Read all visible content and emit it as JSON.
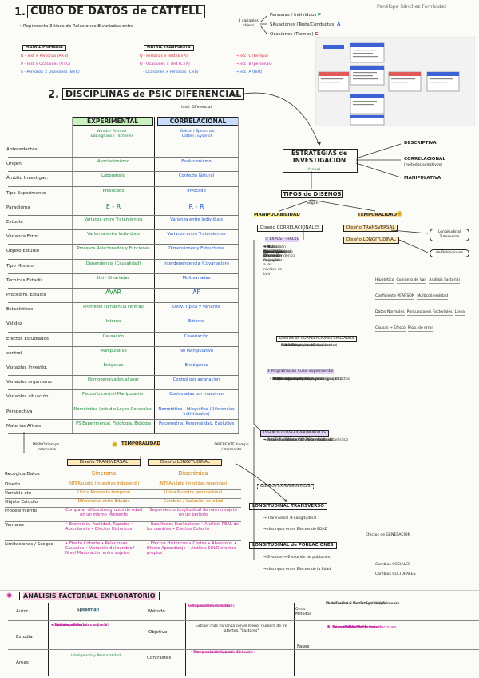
{
  "author": "Penélope Sánchez Fernández",
  "cattell": {
    "num": "1.",
    "title": "CUBO DE DATOS de CATTELL",
    "intro": "• Representa   3 tipos de Relaciones Bivariadas entre",
    "vars_label": "3 variables objeto",
    "var1": "Personas / Individuos",
    "var1_l": "P",
    "var2": "Situaciones (Tests/Conductas)",
    "var2_l": "A",
    "var3": "Ocasiones (Tiempo)",
    "var3_l": "C",
    "mp_title": "MATRIZ PRIMARIA",
    "mt_title": "MATRIZ TRASPUESTA",
    "r_rows": [
      {
        "l": "R - Test × Personas (A×B)",
        "r": "Q - Personas × Test (B×A)",
        "e": "→ etc: C (tiempo)"
      },
      {
        "l": "P - Test × Ocasiones (A×C)",
        "r": "O - Ocasiones × Test (C×A)",
        "e": "→ etc: B (personas)"
      },
      {
        "l": "S - Personas × Ocasiones (B×C)",
        "r": "T - Ocasiones × Personas (C×B)",
        "e": "→ etc: A (test)"
      }
    ]
  },
  "disciplinas": {
    "num": "2.",
    "title": "DISCIPLINAS de PSIC DIFERENCIAL",
    "legend": "Intel. Diferencial",
    "exp": "EXPERIMENTAL",
    "corr": "CORRELACIONAL",
    "exp_sub1": "Wundt / Fechner",
    "exp_sub2": "Ebbinghaus / Titchener",
    "corr_sub1": "Galton / Spearman",
    "corr_sub2": "Cattell / Eysenck",
    "rows": [
      {
        "k": "Antecedentes",
        "e": "",
        "c": ""
      },
      {
        "k": "Origen",
        "e": "Asociacionismo",
        "c": "Evolucionismo"
      },
      {
        "k": "Ámbito Investigac.",
        "e": "Laboratorio",
        "c": "Contexto Natural"
      },
      {
        "k": "Tipo Experimento",
        "e": "Provocado",
        "c": "Invocado"
      },
      {
        "k": "Paradigma",
        "e": "E - R",
        "c": "R - R"
      },
      {
        "k": "Estudia",
        "e": "Varianza entre Tratamientos",
        "c": "Varianza entre Individuos"
      },
      {
        "k": "Varianza Error",
        "e": "Varianza entre Individuos",
        "c": "Varianza entre Tratamientos"
      },
      {
        "k": "Objeto Estudio",
        "e": "Procesos Relacionados y Funciones",
        "c": "Dimensiones y Estructuras"
      },
      {
        "k": "Tipo Modelo",
        "e": "Dependencia (Causalidad)",
        "c": "Interdependencia (Covariación)"
      },
      {
        "k": "Técnicas Estadís",
        "e": "Uni - Bivariadas",
        "c": "Multivariadas"
      },
      {
        "k": "Procedim. Estadís",
        "e": "AVAR",
        "c": "AF"
      },
      {
        "k": "Estadísticos",
        "e": "Promedio (Tendencia central)",
        "c": "Desv. Típica y Varianza"
      },
      {
        "k": "Validez",
        "e": "Interna",
        "c": "Externa"
      },
      {
        "k": "Efectos Estudiados",
        "e": "Causación",
        "c": "Covariación"
      },
      {
        "k": "control",
        "e": "Manipulativo",
        "c": "No Manipulativo"
      },
      {
        "k": "Variables Investig.",
        "e": "Exógenas",
        "c": "Endógenas"
      },
      {
        "k": "Variables organismo",
        "e": "Homogeneizadas al azar",
        "c": "Control por asignación"
      },
      {
        "k": "Variables situación",
        "e": "Pequeño control Manipulación",
        "c": "Controladas por muestreo"
      },
      {
        "k": "Perspectiva",
        "e": "Nomotética (estudio Leyes Generales)",
        "c": "Nomotética - Idiográfica (Diferencias Individuales)"
      },
      {
        "k": "Materias Afines",
        "e": "PS Experimental, Fisiología, Biología",
        "c": "Psicometría, Personalidad, Evolutiva"
      }
    ]
  },
  "estrategias": {
    "title": "ESTRATEGIAS de INVESTIGACIÓN",
    "sub": "(Arnau)",
    "opt1": "DESCRIPTIVA",
    "opt2": "CORRELACIONAL",
    "opt2_sub": "(métodos selectivos)",
    "opt3": "MANIPULATIVA",
    "tipos": "TIPOS de DISEÑOS",
    "segun": "Según",
    "manip": "MANIPULABILIDAD",
    "temp": "TEMPORALIDAD",
    "d_corr": "Diseño CORRELACIONALES",
    "d_trans": "Diseño TRANSVERSAL",
    "d_long": "Diseño LONGITUDINAL",
    "long_a": "Longitudinal Transverso",
    "long_b": "de Poblaciones",
    "expost": "① EXPOST - FACTO",
    "notes_a": [
      "→ NO Manipulación VI",
      "→ NO Asignación aleatoria de sujetos a los niveles de la VI",
      "② Correlacionales",
      "→ 3 OBJETIVOS:",
      "• Predictivo",
      "• Reducción Dimensiones de Interdependencia",
      "• Estructural / Causal",
      "• Modelos de Regresión",
      "• Análisis de Regresión",
      "• Procedimiento Regresión múltiple"
    ],
    "tags": [
      "Hipotético",
      "Conjunto de Var.",
      "Análisis Factorial",
      "Coeficiente PEARSON",
      "Multicolinealidad",
      "Datos Normales",
      "Puntuaciones Factoriales",
      "Lineal",
      "Causas → Efecto",
      "Prob. de error"
    ],
    "correl_d": "Diseños de CORRELACIONES CRUZADAS",
    "correl_items": [
      "• 2 Influencias correlacionales",
      "• 4 Puestas",
      "Sincrónica (entre 2 Vs)",
      "Autocorrelación (Series-retest)",
      "Estabilidad y no-Variación",
      "Pares Dispersos"
    ],
    "prog": "③ Programación Cuasi-experimental",
    "prog_items": [
      "• Pocos Experimentales",
      "• Análisis Comparativos de Grupos Intactos",
      "- NO Manipulación VIs",
      "- NO control de VE",
      "- Asignación aleatoria Sujetos (grupos)",
      "• Estudiados",
      "- Selección - Compar grupos",
      "- Análisis - Estudio no Probado"
    ],
    "cuasi": "DISEÑOS CUASI-EXPERIMENTALES",
    "cuasi_items": [
      "• entre: Experimental y Correlacional",
      "→ Análisis : interacción entre Sustrato",
      "→ Análisis : Efecto VI / Tratamiento estadístico",
      "→ Los Estadísticos : de Regresión"
    ],
    "experim": "DISEÑOS EXPERIMENTALES",
    "long_t": "LONGITUDINAL TRANSVERSO",
    "lt_items": [
      "→ Transversal ⊕ Longitudinal",
      "→ distingue entre  Efectos de EDAD",
      "Efectos de GENERACIÓN"
    ],
    "long_p": "LONGITUDINAL de POBLACIONES",
    "lp_items": [
      "→ Evalúan → Evolución de población",
      "→ distingue entre  Efectos de la Edad",
      "Cambios SOCIALES",
      "Cambios CULTURALES"
    ]
  },
  "temporalidad": {
    "title": "TEMPORALIDAD",
    "left_note": "MISMO tiempo / momento",
    "right_note": "DIFERENTE tiempo / momento",
    "trans": "Diseño TRANSVERSAL",
    "long": "Diseño LONGITUDINAL",
    "rows": [
      {
        "k": "Recogida Datos",
        "t": "Sincrona",
        "l": "Diacrónica"
      },
      {
        "k": "Diseño",
        "t": "INTERsujeto (muestras independ.)",
        "l": "INTRAsujeto (medidas repetidas)"
      },
      {
        "k": "Variable cte",
        "t": "Único Momento temporal",
        "l": "Única Muestra generacional"
      },
      {
        "k": "Objeto Estudio",
        "t": "Diferencias entre Edades",
        "l": "Cambios / Variación en edad"
      },
      {
        "k": "Procedimiento",
        "t": "Comparar diferentes grupos de edad en un mismo Momento",
        "l": "Seguimiento longitudinal de mismo sujeto en un periodo"
      },
      {
        "k": "Ventajas",
        "t": "• Economía, Facilidad, Rapidez • Abundancia • Efectos Históricos",
        "l": "• Resultados Explicativos • Análisis REAL de los cambios • Efectos Cohorte"
      },
      {
        "k": "Limitaciones / Sesgos",
        "t": "• Efecto Cohorte • Relaciones Causales • Variación del cambio? • Nivel Maduración entre sujetos",
        "l": "• Efectos Históricos • Costes • Abandono • Efecto Aprendizaje • Análisis SOLO efectos propios"
      }
    ]
  },
  "analisis": {
    "title": "ANÁLISIS FACTORIAL EXPLORATORIO",
    "autor_k": "Autor",
    "autor_v": "Spearman",
    "estudia_k": "Estudia",
    "estudia_v": [
      "• Interdependencias entre Vs",
      "• Extraer variación conjunta",
      "covarian. entre Vs",
      "• Varianza Error"
    ],
    "areas_k": "Áreas",
    "areas_v": "Inteligencia y Personalidad",
    "metodo_k": "Método",
    "metodo_v": [
      "Diferencias Factoriales",
      "→ 1 = Factor → 1 Factor",
      "Componentes → Factores"
    ],
    "objetivo_k": "Objetivo",
    "objetivo_v": "Extraer más varianza con el menor número de Vs latentes, \"Factores\"",
    "contrasta_k": "Contrastes",
    "contrasta_v": [
      "• Interpretación Subjetiva",
      "• Rotaciones Ortogonal - Oblicua",
      "• Técnicas Multivariadas de Análisis"
    ],
    "otros_k": "Otros Métodos",
    "otros_v": [
      "Thurstone → F. Estructura Simple",
      "Multi-Thurst → Deber. Factores Comunes",
      "Kaiser → Rotación Ortogonal (Varimax)"
    ],
    "fases_k": "Fases",
    "fases_v": [
      "1. Seleccionar Vs",
      "2. Calcular Matriz de correlaciones",
      "3. Extraer Matriz Factorial",
      "4. Rotar Matriz Factorial",
      "5. Interpretar matriz rotada"
    ]
  }
}
